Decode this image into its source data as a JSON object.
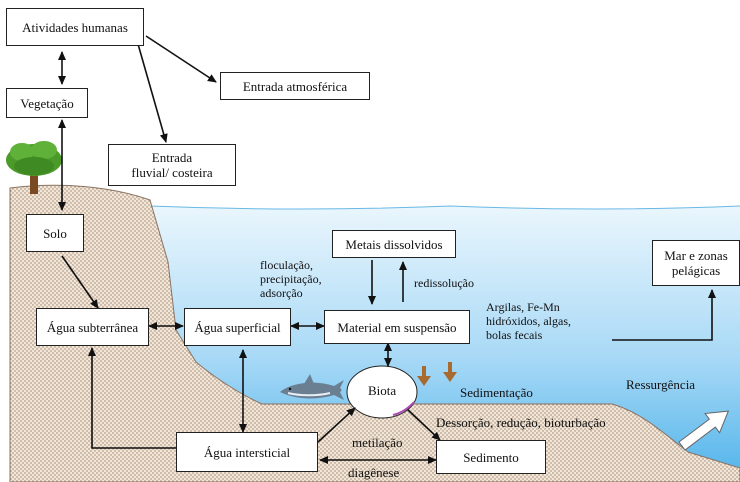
{
  "boxes": {
    "atividades": "Atividades humanas",
    "vegetacao": "Vegetação",
    "entrada_atm": "Entrada atmosférica",
    "entrada_fluvial": "Entrada\nfluvial/ costeira",
    "solo": "Solo",
    "metais": "Metais dissolvidos",
    "agua_subterranea": "Água subterrânea",
    "agua_superficial": "Água superficial",
    "material": "Material em suspensão",
    "mar": "Mar e zonas\npelágicas",
    "agua_intersticial": "Água intersticial",
    "sedimento": "Sedimento"
  },
  "labels": {
    "floculacao": "floculação,\nprecipitação,\nadsorção",
    "redissolucao": "redissolução",
    "argilas": "Argilas,  Fe-Mn\nhidróxidos, algas,\nbolas fecais",
    "biota": "Biota",
    "sedimentacao": "Sedimentação",
    "ressurgencia": "Ressurgência",
    "dessorcao": "Dessorção, redução, bioturbação",
    "metilacao": "metilação",
    "diagenese": "diagênese"
  },
  "colors": {
    "water_top": "#eaf6fd",
    "water_bottom": "#4fb3ea",
    "land": "#f1e6d8",
    "land_dots": "#9c7f68",
    "sediment_arrow": "#a86a2e",
    "tree_leaves": "#4c9a2a",
    "tree_trunk": "#7a4b23"
  },
  "icons": [
    "shark-icon",
    "tree-icon",
    "upwelling-arrow-icon"
  ]
}
